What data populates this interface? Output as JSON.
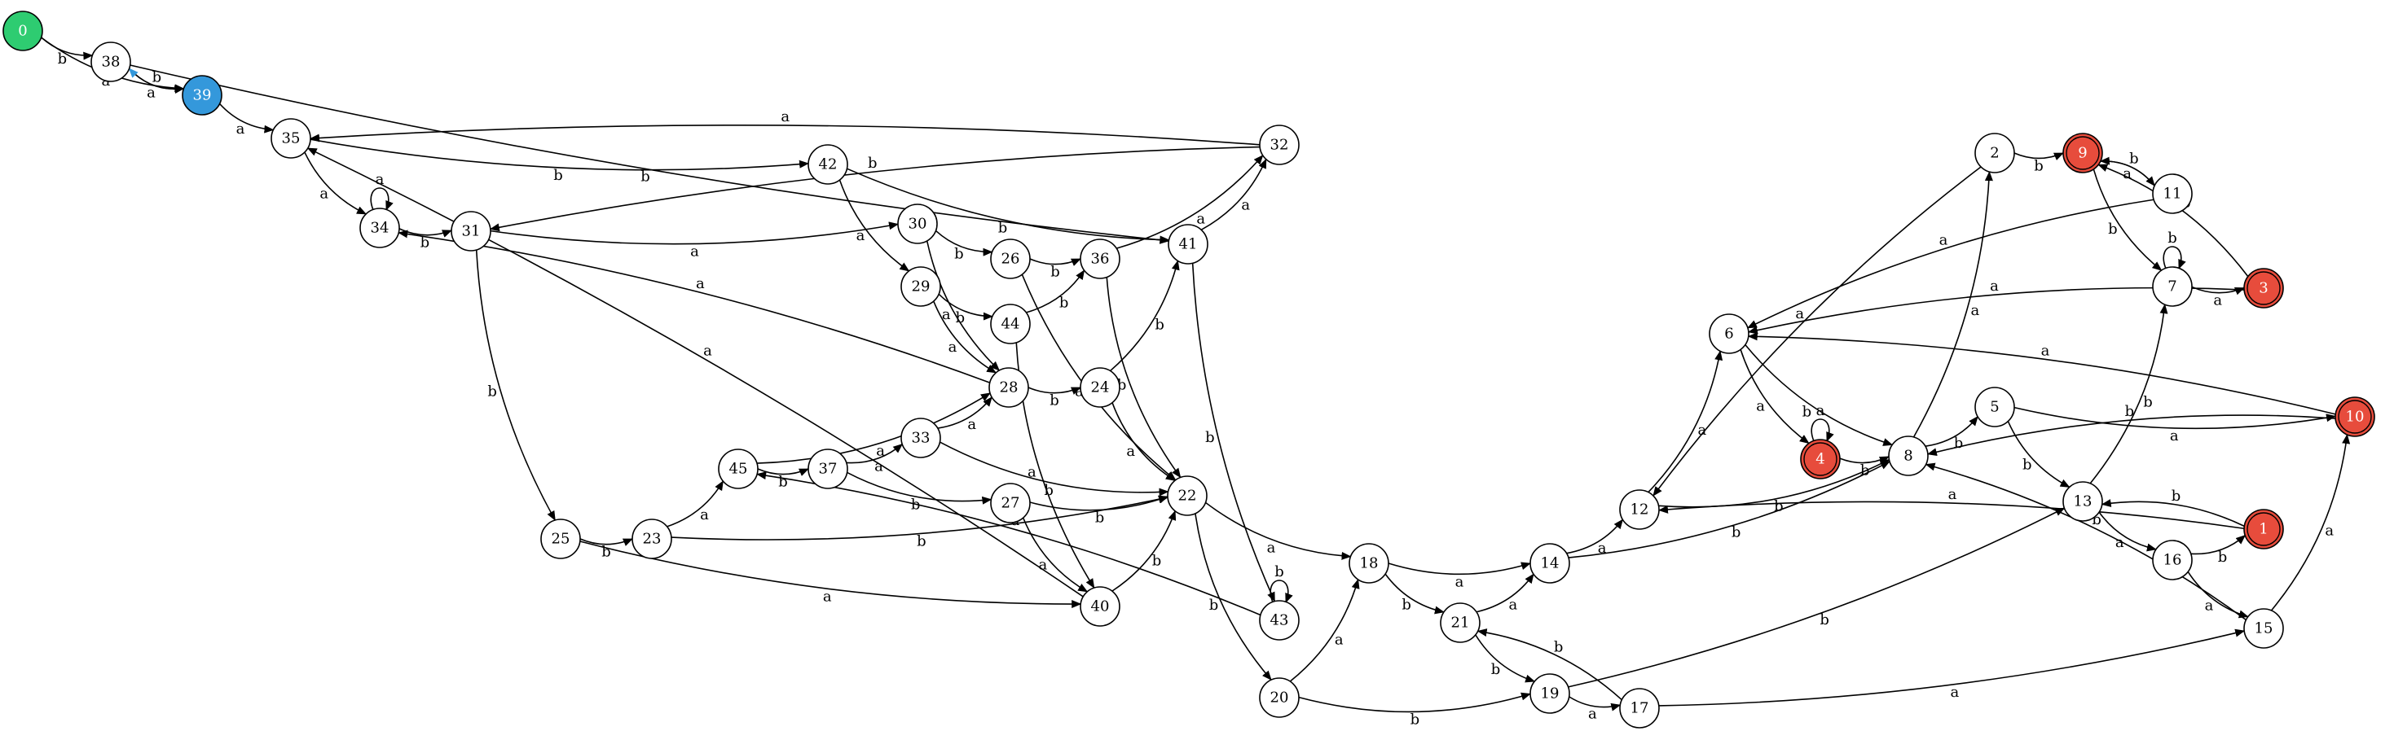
{
  "colors": {
    "start": "#2ecc71",
    "reset": "#3498db",
    "accepting": "#e74c3c",
    "plain": "#ffffff",
    "edge": "#000000",
    "reset_edge": "#3498db"
  },
  "nodes": [
    {
      "id": "0",
      "label": "0",
      "kind": "start"
    },
    {
      "id": "38",
      "label": "38",
      "kind": "plain"
    },
    {
      "id": "39",
      "label": "39",
      "kind": "reset"
    },
    {
      "id": "35",
      "label": "35",
      "kind": "plain"
    },
    {
      "id": "34",
      "label": "34",
      "kind": "plain"
    },
    {
      "id": "31",
      "label": "31",
      "kind": "plain"
    },
    {
      "id": "42",
      "label": "42",
      "kind": "plain"
    },
    {
      "id": "30",
      "label": "30",
      "kind": "plain"
    },
    {
      "id": "26",
      "label": "26",
      "kind": "plain"
    },
    {
      "id": "29",
      "label": "29",
      "kind": "plain"
    },
    {
      "id": "44",
      "label": "44",
      "kind": "plain"
    },
    {
      "id": "36",
      "label": "36",
      "kind": "plain"
    },
    {
      "id": "41",
      "label": "41",
      "kind": "plain"
    },
    {
      "id": "32",
      "label": "32",
      "kind": "plain"
    },
    {
      "id": "28",
      "label": "28",
      "kind": "plain"
    },
    {
      "id": "24",
      "label": "24",
      "kind": "plain"
    },
    {
      "id": "33",
      "label": "33",
      "kind": "plain"
    },
    {
      "id": "45",
      "label": "45",
      "kind": "plain"
    },
    {
      "id": "37",
      "label": "37",
      "kind": "plain"
    },
    {
      "id": "27",
      "label": "27",
      "kind": "plain"
    },
    {
      "id": "22",
      "label": "22",
      "kind": "plain"
    },
    {
      "id": "25",
      "label": "25",
      "kind": "plain"
    },
    {
      "id": "23",
      "label": "23",
      "kind": "plain"
    },
    {
      "id": "40",
      "label": "40",
      "kind": "plain"
    },
    {
      "id": "43",
      "label": "43",
      "kind": "plain"
    },
    {
      "id": "18",
      "label": "18",
      "kind": "plain"
    },
    {
      "id": "20",
      "label": "20",
      "kind": "plain"
    },
    {
      "id": "21",
      "label": "21",
      "kind": "plain"
    },
    {
      "id": "14",
      "label": "14",
      "kind": "plain"
    },
    {
      "id": "19",
      "label": "19",
      "kind": "plain"
    },
    {
      "id": "17",
      "label": "17",
      "kind": "plain"
    },
    {
      "id": "12",
      "label": "12",
      "kind": "plain"
    },
    {
      "id": "6",
      "label": "6",
      "kind": "plain"
    },
    {
      "id": "4",
      "label": "4",
      "kind": "accepting"
    },
    {
      "id": "8",
      "label": "8",
      "kind": "plain"
    },
    {
      "id": "2",
      "label": "2",
      "kind": "plain"
    },
    {
      "id": "9",
      "label": "9",
      "kind": "accepting"
    },
    {
      "id": "11",
      "label": "11",
      "kind": "plain"
    },
    {
      "id": "7",
      "label": "7",
      "kind": "plain"
    },
    {
      "id": "3",
      "label": "3",
      "kind": "accepting"
    },
    {
      "id": "5",
      "label": "5",
      "kind": "plain"
    },
    {
      "id": "10",
      "label": "10",
      "kind": "accepting"
    },
    {
      "id": "13",
      "label": "13",
      "kind": "plain"
    },
    {
      "id": "16",
      "label": "16",
      "kind": "plain"
    },
    {
      "id": "1",
      "label": "1",
      "kind": "accepting"
    },
    {
      "id": "15",
      "label": "15",
      "kind": "plain"
    }
  ],
  "edges": [
    {
      "from": "0",
      "to": "38",
      "label": "b"
    },
    {
      "from": "0",
      "to": "39",
      "label": "a"
    },
    {
      "from": "38",
      "to": "39",
      "label": "a"
    },
    {
      "from": "38",
      "to": "41",
      "label": "b"
    },
    {
      "from": "39",
      "to": "38",
      "label": "b",
      "reset": true
    },
    {
      "from": "39",
      "to": "35",
      "label": "a"
    },
    {
      "from": "35",
      "to": "34",
      "label": "a"
    },
    {
      "from": "35",
      "to": "42",
      "label": "b"
    },
    {
      "from": "34",
      "to": "34",
      "label": "a"
    },
    {
      "from": "34",
      "to": "31",
      "label": "b"
    },
    {
      "from": "31",
      "to": "30",
      "label": "a"
    },
    {
      "from": "31",
      "to": "25",
      "label": "b"
    },
    {
      "from": "42",
      "to": "29",
      "label": "a"
    },
    {
      "from": "42",
      "to": "41",
      "label": "b"
    },
    {
      "from": "30",
      "to": "28",
      "label": "a"
    },
    {
      "from": "30",
      "to": "26",
      "label": "b"
    },
    {
      "from": "26",
      "to": "22",
      "label": "a"
    },
    {
      "from": "26",
      "to": "36",
      "label": "b"
    },
    {
      "from": "29",
      "to": "28",
      "label": "a"
    },
    {
      "from": "29",
      "to": "44",
      "label": "b"
    },
    {
      "from": "44",
      "to": "40",
      "label": "a"
    },
    {
      "from": "44",
      "to": "36",
      "label": "b"
    },
    {
      "from": "36",
      "to": "32",
      "label": "a"
    },
    {
      "from": "36",
      "to": "22",
      "label": "b"
    },
    {
      "from": "41",
      "to": "32",
      "label": "a"
    },
    {
      "from": "41",
      "to": "43",
      "label": "b"
    },
    {
      "from": "32",
      "to": "35",
      "label": "a"
    },
    {
      "from": "32",
      "to": "31",
      "label": "b"
    },
    {
      "from": "28",
      "to": "34",
      "label": "a"
    },
    {
      "from": "28",
      "to": "24",
      "label": "b"
    },
    {
      "from": "24",
      "to": "22",
      "label": "a"
    },
    {
      "from": "24",
      "to": "41",
      "label": "b"
    },
    {
      "from": "33",
      "to": "28",
      "label": "a"
    },
    {
      "from": "33",
      "to": "22",
      "label": "b"
    },
    {
      "from": "45",
      "to": "28",
      "label": "a"
    },
    {
      "from": "45",
      "to": "37",
      "label": "b"
    },
    {
      "from": "37",
      "to": "33",
      "label": "a"
    },
    {
      "from": "37",
      "to": "27",
      "label": "b"
    },
    {
      "from": "27",
      "to": "40",
      "label": "a"
    },
    {
      "from": "27",
      "to": "22",
      "label": "b"
    },
    {
      "from": "22",
      "to": "18",
      "label": "a"
    },
    {
      "from": "22",
      "to": "20",
      "label": "b"
    },
    {
      "from": "25",
      "to": "40",
      "label": "a"
    },
    {
      "from": "25",
      "to": "23",
      "label": "b"
    },
    {
      "from": "23",
      "to": "45",
      "label": "a"
    },
    {
      "from": "23",
      "to": "22",
      "label": "b"
    },
    {
      "from": "40",
      "to": "35",
      "label": "a"
    },
    {
      "from": "40",
      "to": "22",
      "label": "b"
    },
    {
      "from": "43",
      "to": "45",
      "label": "a"
    },
    {
      "from": "43",
      "to": "43",
      "label": "b"
    },
    {
      "from": "18",
      "to": "14",
      "label": "a"
    },
    {
      "from": "18",
      "to": "21",
      "label": "b"
    },
    {
      "from": "20",
      "to": "18",
      "label": "a"
    },
    {
      "from": "20",
      "to": "19",
      "label": "b"
    },
    {
      "from": "21",
      "to": "14",
      "label": "a"
    },
    {
      "from": "21",
      "to": "19",
      "label": "b"
    },
    {
      "from": "14",
      "to": "12",
      "label": "a"
    },
    {
      "from": "14",
      "to": "8",
      "label": "b"
    },
    {
      "from": "19",
      "to": "17",
      "label": "a"
    },
    {
      "from": "19",
      "to": "13",
      "label": "b"
    },
    {
      "from": "17",
      "to": "15",
      "label": "a"
    },
    {
      "from": "17",
      "to": "21",
      "label": "b"
    },
    {
      "from": "12",
      "to": "6",
      "label": "a"
    },
    {
      "from": "12",
      "to": "8",
      "label": "b"
    },
    {
      "from": "6",
      "to": "4",
      "label": "a"
    },
    {
      "from": "6",
      "to": "8",
      "label": "b"
    },
    {
      "from": "4",
      "to": "4",
      "label": "a"
    },
    {
      "from": "4",
      "to": "8",
      "label": "b"
    },
    {
      "from": "8",
      "to": "2",
      "label": "a"
    },
    {
      "from": "8",
      "to": "5",
      "label": "b"
    },
    {
      "from": "2",
      "to": "12",
      "label": "a"
    },
    {
      "from": "2",
      "to": "9",
      "label": "b"
    },
    {
      "from": "9",
      "to": "11",
      "label": "a"
    },
    {
      "from": "9",
      "to": "7",
      "label": "b"
    },
    {
      "from": "11",
      "to": "6",
      "label": "a"
    },
    {
      "from": "11",
      "to": "9",
      "label": "b"
    },
    {
      "from": "7",
      "to": "3",
      "label": "a"
    },
    {
      "from": "7",
      "to": "7",
      "label": "b"
    },
    {
      "from": "3",
      "to": "6",
      "label": "a"
    },
    {
      "from": "3",
      "to": "9",
      "label": "b"
    },
    {
      "from": "5",
      "to": "10",
      "label": "a"
    },
    {
      "from": "5",
      "to": "13",
      "label": "b"
    },
    {
      "from": "10",
      "to": "6",
      "label": "a"
    },
    {
      "from": "10",
      "to": "8",
      "label": "b"
    },
    {
      "from": "13",
      "to": "16",
      "label": "a"
    },
    {
      "from": "13",
      "to": "7",
      "label": "b"
    },
    {
      "from": "16",
      "to": "15",
      "label": "a"
    },
    {
      "from": "16",
      "to": "1",
      "label": "b"
    },
    {
      "from": "1",
      "to": "12",
      "label": "a"
    },
    {
      "from": "1",
      "to": "13",
      "label": "b"
    },
    {
      "from": "15",
      "to": "10",
      "label": "a"
    },
    {
      "from": "15",
      "to": "8",
      "label": "b"
    }
  ]
}
